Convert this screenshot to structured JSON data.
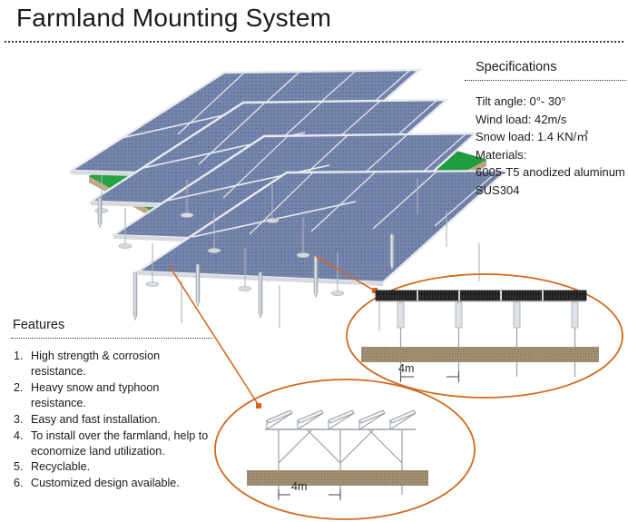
{
  "header": {
    "title": "Farmland Mounting System"
  },
  "specifications": {
    "heading": "Specifications",
    "items": [
      "Tilt angle: 0°-  30°",
      "Wind load: 42m/s",
      "Snow load: 1.4 KN/㎡",
      "Materials:",
      "6005-T5 anodized aluminum",
      "SUS304"
    ]
  },
  "features": {
    "heading": "Features",
    "items": [
      "High strength & corrosion resistance.",
      "Heavy snow and typhoon resistance.",
      "Easy and fast installation.",
      "To install over the farmland, help to economize land utilization.",
      "Recyclable.",
      "Customized design available."
    ]
  },
  "detail_views": {
    "front_elevation": {
      "dimension_label": "4m"
    },
    "side_elevation": {
      "dimension_label": "4m"
    }
  },
  "colors": {
    "accent_orange": "#D2691E",
    "ground_green": "#1F9D3E",
    "soil_brown": "#9E8C6E",
    "panel_blue": "#6E7FA8",
    "frame_silver": "#C8CCD2",
    "text": "#1B1B1B",
    "background": "#FFFFFF"
  }
}
